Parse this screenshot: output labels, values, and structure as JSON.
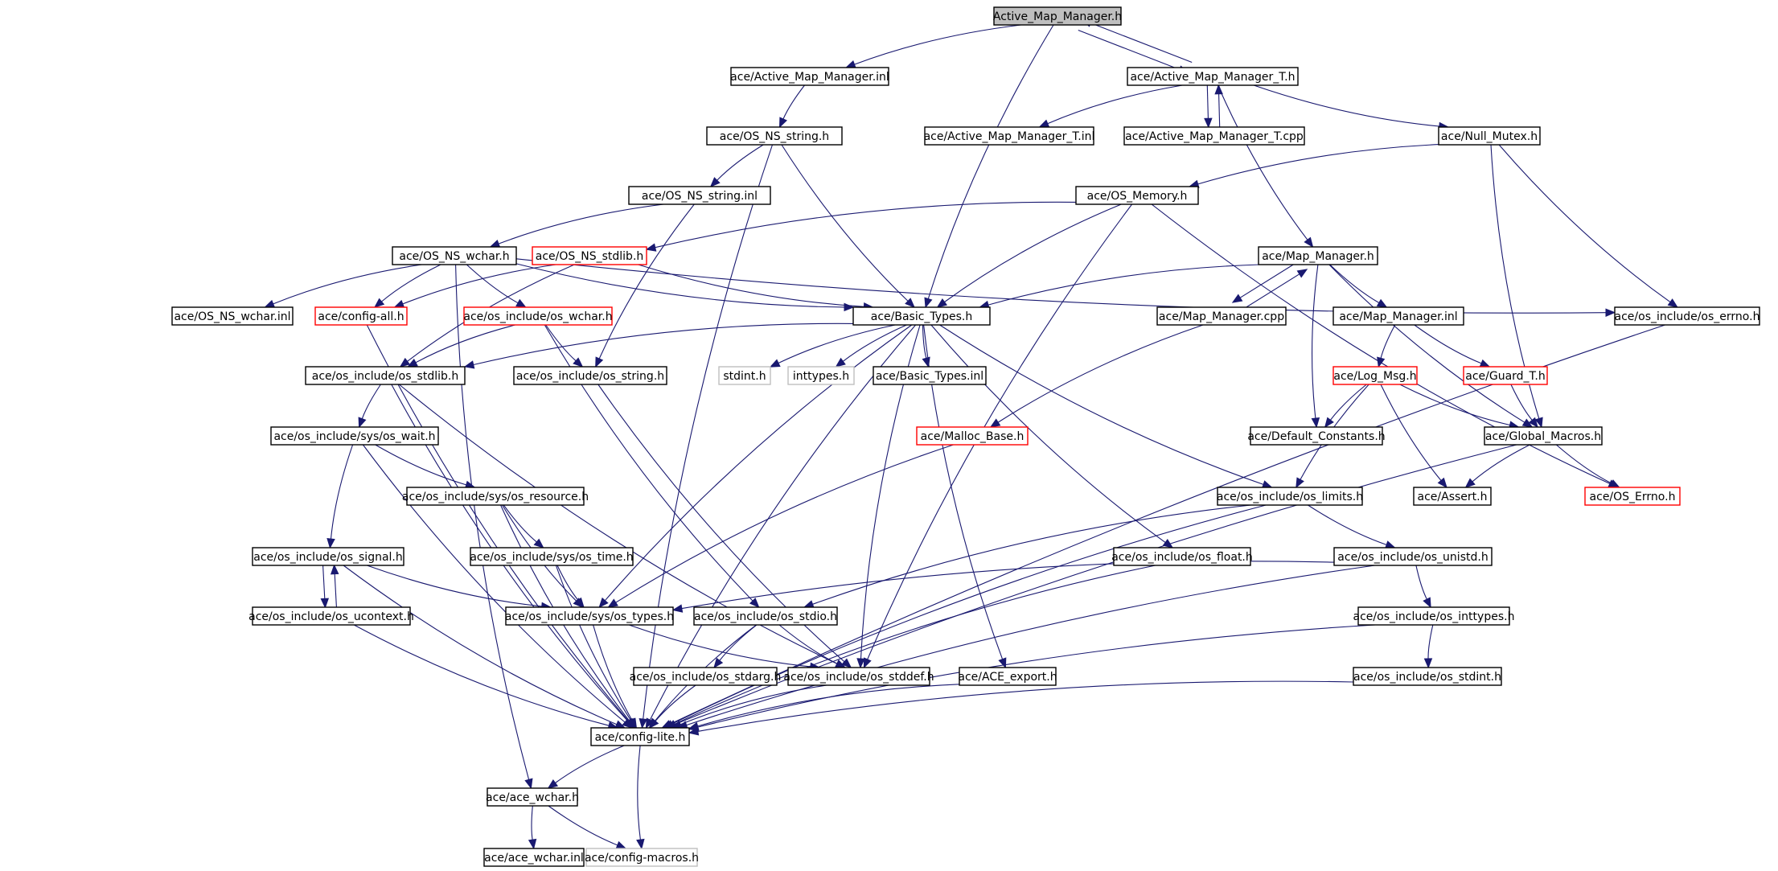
{
  "graph": {
    "root": "n0",
    "legend_colors": {
      "edge": "#191970",
      "incomplete_border": "#ff0000",
      "missing_border": "#bfbfbf",
      "root_fill": "#bfbfbf"
    },
    "nodes": [
      {
        "id": "n0",
        "label": "Active_Map_Manager.h",
        "style": "root"
      },
      {
        "id": "n1",
        "label": "ace/Active_Map_Manager.inl"
      },
      {
        "id": "n2",
        "label": "ace/Active_Map_Manager_T.h"
      },
      {
        "id": "n3",
        "label": "ace/OS_NS_string.h"
      },
      {
        "id": "n4",
        "label": "ace/Active_Map_Manager_T.inl"
      },
      {
        "id": "n5",
        "label": "ace/Active_Map_Manager_T.cpp"
      },
      {
        "id": "n6",
        "label": "ace/Null_Mutex.h"
      },
      {
        "id": "n7",
        "label": "ace/OS_NS_string.inl"
      },
      {
        "id": "n8",
        "label": "ace/OS_Memory.h"
      },
      {
        "id": "n9",
        "label": "ace/OS_NS_wchar.h"
      },
      {
        "id": "n10",
        "label": "ace/OS_NS_stdlib.h",
        "style": "incomplete"
      },
      {
        "id": "n11",
        "label": "ace/Map_Manager.h"
      },
      {
        "id": "n12",
        "label": "ace/OS_NS_wchar.inl"
      },
      {
        "id": "n13",
        "label": "ace/config-all.h",
        "style": "incomplete"
      },
      {
        "id": "n14",
        "label": "ace/os_include/os_wchar.h",
        "style": "incomplete"
      },
      {
        "id": "n15",
        "label": "ace/Basic_Types.h"
      },
      {
        "id": "n16",
        "label": "ace/Map_Manager.cpp"
      },
      {
        "id": "n17",
        "label": "ace/Map_Manager.inl"
      },
      {
        "id": "n18",
        "label": "ace/os_include/os_errno.h"
      },
      {
        "id": "n19",
        "label": "ace/os_include/os_stdlib.h"
      },
      {
        "id": "n20",
        "label": "ace/os_include/os_string.h"
      },
      {
        "id": "n21",
        "label": "stdint.h",
        "style": "missing"
      },
      {
        "id": "n22",
        "label": "inttypes.h",
        "style": "missing"
      },
      {
        "id": "n23",
        "label": "ace/Basic_Types.inl"
      },
      {
        "id": "n24",
        "label": "ace/Log_Msg.h",
        "style": "incomplete"
      },
      {
        "id": "n25",
        "label": "ace/Guard_T.h",
        "style": "incomplete"
      },
      {
        "id": "n26",
        "label": "ace/os_include/sys/os_wait.h"
      },
      {
        "id": "n27",
        "label": "ace/Malloc_Base.h",
        "style": "incomplete"
      },
      {
        "id": "n28",
        "label": "ace/Default_Constants.h"
      },
      {
        "id": "n29",
        "label": "ace/Global_Macros.h"
      },
      {
        "id": "n30",
        "label": "ace/os_include/sys/os_resource.h"
      },
      {
        "id": "n31",
        "label": "ace/os_include/os_limits.h"
      },
      {
        "id": "n32",
        "label": "ace/Assert.h"
      },
      {
        "id": "n33",
        "label": "ace/OS_Errno.h",
        "style": "incomplete"
      },
      {
        "id": "n34",
        "label": "ace/os_include/os_signal.h"
      },
      {
        "id": "n35",
        "label": "ace/os_include/sys/os_time.h"
      },
      {
        "id": "n36",
        "label": "ace/os_include/os_float.h"
      },
      {
        "id": "n37",
        "label": "ace/os_include/os_unistd.h"
      },
      {
        "id": "n38",
        "label": "ace/os_include/os_ucontext.h"
      },
      {
        "id": "n39",
        "label": "ace/os_include/sys/os_types.h"
      },
      {
        "id": "n40",
        "label": "ace/os_include/os_stdio.h"
      },
      {
        "id": "n41",
        "label": "ace/os_include/os_inttypes.h"
      },
      {
        "id": "n42",
        "label": "ace/os_include/os_stdarg.h"
      },
      {
        "id": "n43",
        "label": "ace/os_include/os_stddef.h"
      },
      {
        "id": "n44",
        "label": "ace/ACE_export.h"
      },
      {
        "id": "n45",
        "label": "ace/os_include/os_stdint.h"
      },
      {
        "id": "n46",
        "label": "ace/config-lite.h"
      },
      {
        "id": "n47",
        "label": "ace/ace_wchar.h"
      },
      {
        "id": "n48",
        "label": "ace/ace_wchar.inl"
      },
      {
        "id": "n49",
        "label": "ace/config-macros.h",
        "style": "missing"
      }
    ],
    "edges": [
      [
        "n0",
        "n1"
      ],
      [
        "n0",
        "n2"
      ],
      [
        "n0",
        "n15"
      ],
      [
        "n1",
        "n3"
      ],
      [
        "n2",
        "n0"
      ],
      [
        "n2",
        "n4"
      ],
      [
        "n2",
        "n5"
      ],
      [
        "n2",
        "n6"
      ],
      [
        "n2",
        "n11"
      ],
      [
        "n5",
        "n2"
      ],
      [
        "n3",
        "n7"
      ],
      [
        "n3",
        "n15"
      ],
      [
        "n3",
        "n46"
      ],
      [
        "n7",
        "n9"
      ],
      [
        "n7",
        "n20"
      ],
      [
        "n6",
        "n8"
      ],
      [
        "n6",
        "n18"
      ],
      [
        "n6",
        "n29"
      ],
      [
        "n8",
        "n10"
      ],
      [
        "n8",
        "n15"
      ],
      [
        "n8",
        "n33"
      ],
      [
        "n8",
        "n43"
      ],
      [
        "n9",
        "n12"
      ],
      [
        "n9",
        "n13"
      ],
      [
        "n9",
        "n14"
      ],
      [
        "n9",
        "n15"
      ],
      [
        "n9",
        "n18"
      ],
      [
        "n9",
        "n47"
      ],
      [
        "n10",
        "n13"
      ],
      [
        "n10",
        "n15"
      ],
      [
        "n10",
        "n19"
      ],
      [
        "n11",
        "n15"
      ],
      [
        "n11",
        "n16"
      ],
      [
        "n11",
        "n17"
      ],
      [
        "n11",
        "n28"
      ],
      [
        "n11",
        "n29"
      ],
      [
        "n16",
        "n11"
      ],
      [
        "n16",
        "n27"
      ],
      [
        "n17",
        "n24"
      ],
      [
        "n17",
        "n25"
      ],
      [
        "n13",
        "n46"
      ],
      [
        "n14",
        "n19"
      ],
      [
        "n14",
        "n20"
      ],
      [
        "n14",
        "n40"
      ],
      [
        "n15",
        "n19"
      ],
      [
        "n15",
        "n21"
      ],
      [
        "n15",
        "n22"
      ],
      [
        "n15",
        "n23"
      ],
      [
        "n15",
        "n39"
      ],
      [
        "n15",
        "n43"
      ],
      [
        "n15",
        "n44"
      ],
      [
        "n15",
        "n36"
      ],
      [
        "n15",
        "n31"
      ],
      [
        "n15",
        "n46"
      ],
      [
        "n19",
        "n26"
      ],
      [
        "n19",
        "n43"
      ],
      [
        "n19",
        "n46"
      ],
      [
        "n20",
        "n43"
      ],
      [
        "n18",
        "n46"
      ],
      [
        "n24",
        "n28"
      ],
      [
        "n24",
        "n29"
      ],
      [
        "n24",
        "n31"
      ],
      [
        "n24",
        "n32"
      ],
      [
        "n25",
        "n29"
      ],
      [
        "n29",
        "n32"
      ],
      [
        "n29",
        "n33"
      ],
      [
        "n29",
        "n46"
      ],
      [
        "n26",
        "n30"
      ],
      [
        "n26",
        "n34"
      ],
      [
        "n26",
        "n46"
      ],
      [
        "n27",
        "n39"
      ],
      [
        "n30",
        "n35"
      ],
      [
        "n30",
        "n39"
      ],
      [
        "n30",
        "n46"
      ],
      [
        "n31",
        "n37"
      ],
      [
        "n31",
        "n40"
      ],
      [
        "n31",
        "n46"
      ],
      [
        "n34",
        "n38"
      ],
      [
        "n34",
        "n39"
      ],
      [
        "n34",
        "n46"
      ],
      [
        "n38",
        "n34"
      ],
      [
        "n38",
        "n46"
      ],
      [
        "n35",
        "n39"
      ],
      [
        "n35",
        "n46"
      ],
      [
        "n36",
        "n46"
      ],
      [
        "n37",
        "n39"
      ],
      [
        "n37",
        "n41"
      ],
      [
        "n37",
        "n46"
      ],
      [
        "n41",
        "n45"
      ],
      [
        "n41",
        "n46"
      ],
      [
        "n39",
        "n43"
      ],
      [
        "n39",
        "n46"
      ],
      [
        "n40",
        "n42"
      ],
      [
        "n40",
        "n43"
      ],
      [
        "n40",
        "n46"
      ],
      [
        "n42",
        "n46"
      ],
      [
        "n43",
        "n46"
      ],
      [
        "n44",
        "n46"
      ],
      [
        "n45",
        "n46"
      ],
      [
        "n46",
        "n47"
      ],
      [
        "n46",
        "n49"
      ],
      [
        "n47",
        "n48"
      ],
      [
        "n47",
        "n49"
      ]
    ]
  }
}
